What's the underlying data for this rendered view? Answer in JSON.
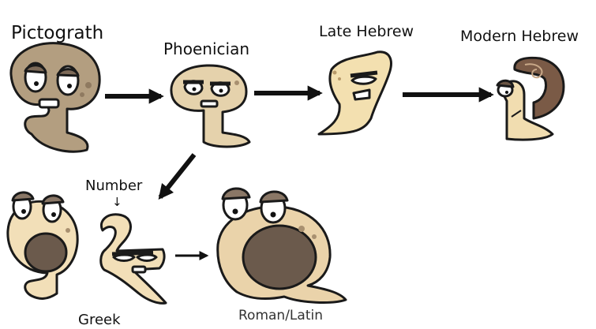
{
  "labels": {
    "pictograph": "Pictograth",
    "phoenician": "Phoenician",
    "late_hebrew": "Late Hebrew",
    "modern_hebrew": "Modern Hebrew",
    "number": "Number",
    "greek": "Greek",
    "roman_latin": "Roman/Latin",
    "small_arrow": "↓"
  },
  "colors": {
    "outline": "#1a1a1a",
    "pictograph_body": "#b39e80",
    "phoenician_body": "#e5d2ac",
    "late_hebrew_body": "#f3e0b0",
    "modern_hebrew_body": "#f1ddb0",
    "modern_hebrew_shell": "#7a5a46",
    "greek_body": "#f2dfb8",
    "roman_body": "#ead3aa",
    "shell_hole": "#6b5a4c",
    "lid": "#8a7766",
    "eye_white": "#ffffff",
    "spot": "#a89070"
  }
}
